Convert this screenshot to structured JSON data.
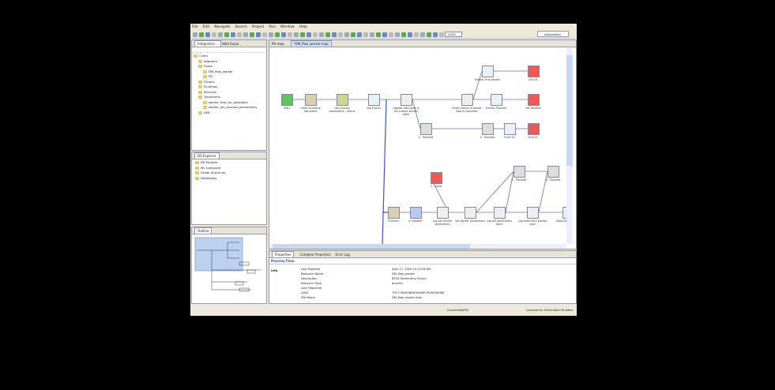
{
  "menu": [
    "File",
    "Edit",
    "Navigate",
    "Search",
    "Project",
    "Run",
    "Window",
    "Help"
  ],
  "toolbar": {
    "zoom": "100%",
    "perspective": "Integration"
  },
  "left_tabs": [
    "Integration...",
    "Web Explo..."
  ],
  "navigator": {
    "items": [
      {
        "label": "Client",
        "depth": 0
      },
      {
        "label": "Adapters",
        "depth": 1
      },
      {
        "label": "Flows",
        "depth": 1
      },
      {
        "label": "DM_flow_worker",
        "depth": 2
      },
      {
        "label": "PH",
        "depth": 2
      },
      {
        "label": "Folders",
        "depth": 1
      },
      {
        "label": "Schemas",
        "depth": 1
      },
      {
        "label": "Services",
        "depth": 1
      },
      {
        "label": "Transforms",
        "depth": 1
      },
      {
        "label": "worker_http_for_datadtion",
        "depth": 2
      },
      {
        "label": "worker_job_process_parameters",
        "depth": 2
      },
      {
        "label": "XML",
        "depth": 1
      }
    ]
  },
  "ds_explorer": {
    "title": "DS Explorer",
    "items": [
      "DS Projects",
      "My Computer",
      "Folder Shortcuts",
      "Databases"
    ]
  },
  "outline": {
    "title": "Outline"
  },
  "editor_tabs": [
    "PH.map",
    "*DM_flow_worker.map"
  ],
  "nodes": [
    {
      "label": "Start",
      "type": "start"
    },
    {
      "label": "Store incoming document",
      "type": "store"
    },
    {
      "label": "Get process parameters - Status",
      "type": "get"
    },
    {
      "label": "Get Events",
      "type": "event"
    },
    {
      "label": "Update start date in DS custom worker table",
      "type": "gear"
    },
    {
      "label": "Check status of worker flow is cancelled",
      "type": "gear"
    },
    {
      "label": "Events: first worker",
      "type": "event"
    },
    {
      "label": "End 01",
      "type": "end"
    },
    {
      "label": "Events: Proceed",
      "type": "event"
    },
    {
      "label": "Set aborted",
      "type": "end"
    },
    {
      "label": "1 - Proceed",
      "type": "proceed"
    },
    {
      "label": "2 - Proceed",
      "type": "proceed"
    },
    {
      "label": "Error 01",
      "type": "event"
    },
    {
      "label": "End 03",
      "type": "end"
    },
    {
      "label": "1 - Done",
      "type": "end"
    },
    {
      "label": "1 - Proceed",
      "type": "proceed"
    },
    {
      "label": "4 - Proceed",
      "type": "proceed"
    },
    {
      "label": "Proceed",
      "type": "store"
    },
    {
      "label": "Is needed?",
      "type": "decision"
    },
    {
      "label": "Log set worker parameters",
      "type": "gear"
    },
    {
      "label": "Set worker parameters",
      "type": "gear"
    },
    {
      "label": "Log set parameters done",
      "type": "gear"
    },
    {
      "label": "Log datacheck worker type",
      "type": "gear"
    },
    {
      "label": "Datacheck worker",
      "type": "gear"
    }
  ],
  "bottom_tabs": [
    "Properties",
    "Complex Properties",
    "Error Log"
  ],
  "properties": {
    "title": "Process Flow",
    "side_tab": "Info",
    "rows": [
      {
        "k": "Last Modified",
        "v": "April 17, 2009 10:15:06 AM"
      },
      {
        "k": "Resource Name",
        "v": "DM_flow_worker"
      },
      {
        "k": "Description",
        "v": "BPCR Dementing Driven"
      },
      {
        "k": "Resource Type",
        "v": "process"
      },
      {
        "k": "Last Published",
        "v": ""
      },
      {
        "k": "UUID",
        "v": "7VC77N4XVBDVHAHMFV9V6GX83B0"
      },
      {
        "k": "File Name",
        "v": "DM_flow_worker.map"
      }
    ]
  },
  "status": {
    "center": "Connect/NoFile",
    "right": "Licensed to: Information Builders"
  }
}
